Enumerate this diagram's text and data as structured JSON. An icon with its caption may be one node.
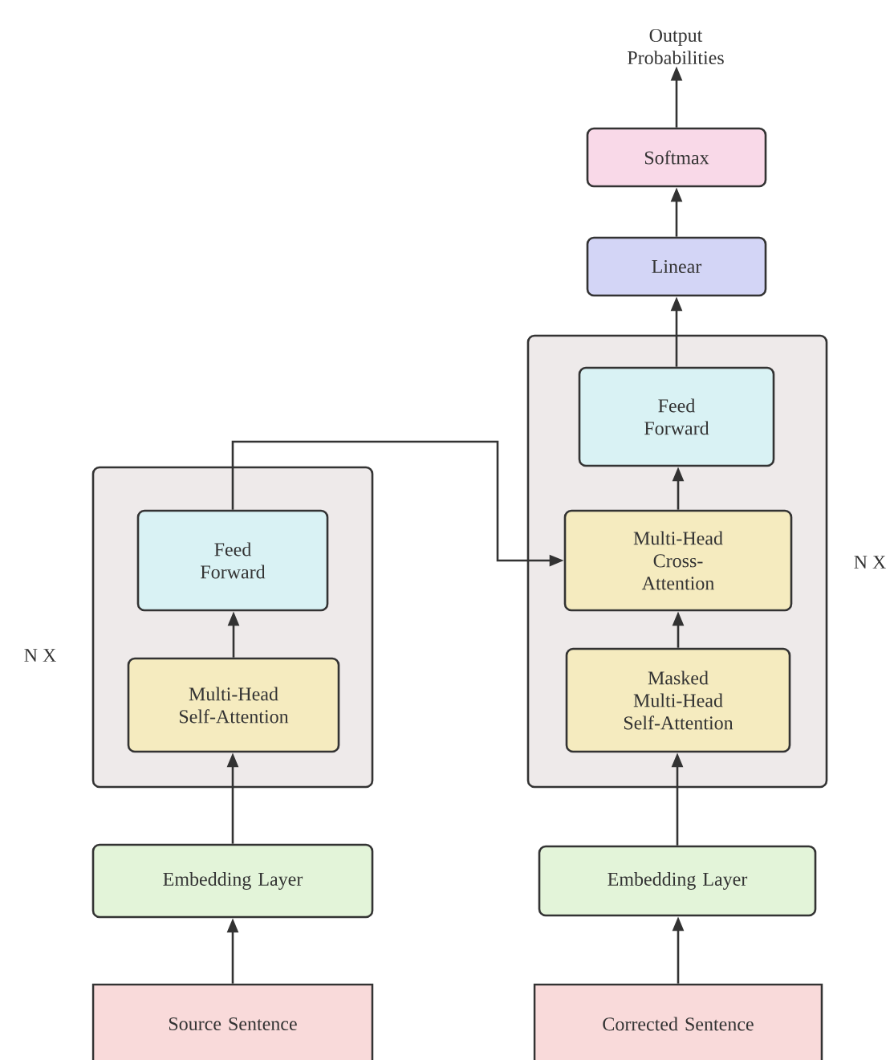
{
  "diagram": {
    "nodes": [
      {
        "text": [],
        "shape": "box",
        "beside": [
          "N X"
        ]
      },
      {
        "text": [
          "Feed Forward"
        ],
        "in": 0
      },
      {
        "text": [
          "Multi-Head Self-Attention"
        ],
        "in": 0
      },
      {
        "text": [
          "Embedding Layer"
        ]
      },
      {
        "text": [
          "Source Sentence"
        ]
      },
      {
        "text": [],
        "shape": "box",
        "beside": [
          "N X"
        ]
      },
      {
        "text": [
          "Feed Forward"
        ],
        "in": 5
      },
      {
        "text": [
          "Multi-Head Cross-Attention"
        ],
        "in": 5
      },
      {
        "text": [
          "Masked Multi-Head Self-Attention"
        ],
        "in": 5
      },
      {
        "text": [
          "Embedding Layer"
        ]
      },
      {
        "text": [
          "Corrected Sentence"
        ]
      },
      {
        "text": [
          "Linear"
        ]
      },
      {
        "text": [
          "Softmax"
        ]
      },
      {
        "text": [
          "Output Probabilities"
        ]
      }
    ],
    "edges": [
      {
        "from": 4,
        "to": 3,
        "arrow": "to"
      },
      {
        "from": 3,
        "to": 2,
        "arrow": "to"
      },
      {
        "from": 2,
        "to": 1,
        "arrow": "to"
      },
      {
        "from": 1,
        "to": 7,
        "arrow": "to"
      },
      {
        "from": 10,
        "to": 9,
        "arrow": "to"
      },
      {
        "from": 9,
        "to": 8,
        "arrow": "to"
      },
      {
        "from": 8,
        "to": 7,
        "arrow": "to"
      },
      {
        "from": 7,
        "to": 6,
        "arrow": "to"
      },
      {
        "from": 6,
        "to": 11,
        "arrow": "to"
      },
      {
        "from": 11,
        "to": 12,
        "arrow": "to"
      },
      {
        "from": 12,
        "to": 13,
        "arrow": "to"
      }
    ]
  }
}
